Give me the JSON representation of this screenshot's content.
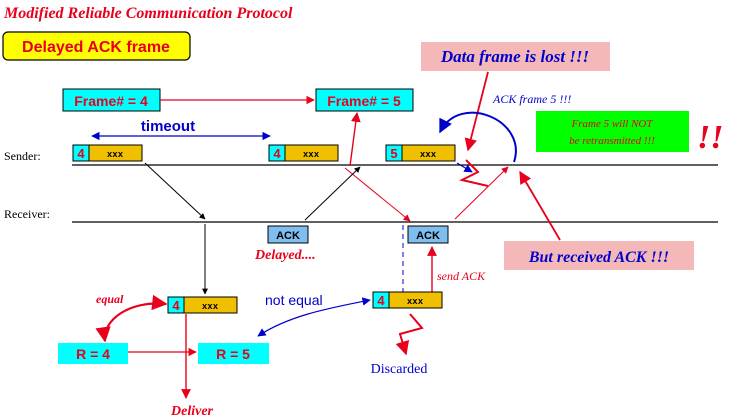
{
  "title": "Modified Reliable Communication Protocol",
  "subtitle": "Delayed ACK frame",
  "lines": {
    "sender": "Sender:",
    "receiver": "Receiver:"
  },
  "frame_labels": {
    "f4": "Frame# = 4",
    "f5": "Frame# = 5"
  },
  "timeout": "timeout",
  "packets": {
    "p1": {
      "num": "4",
      "data": "xxx"
    },
    "p2": {
      "num": "4",
      "data": "xxx"
    },
    "p3": {
      "num": "5",
      "data": "xxx"
    },
    "p4": {
      "num": "4",
      "data": "xxx"
    },
    "p5": {
      "num": "4",
      "data": "xxx"
    }
  },
  "acks": {
    "a1": "ACK",
    "a2": "ACK"
  },
  "notes": {
    "lost": "Data frame is lost !!!",
    "ack5": "ACK frame 5 !!!",
    "not_retx_1": "Frame 5 will NOT",
    "not_retx_2": "be retransmitted !!!",
    "bang": "!!",
    "received_ack": "But received ACK !!!",
    "delayed": "Delayed....",
    "send_ack": "send ACK",
    "equal": "equal",
    "not_equal": "not equal",
    "discarded": "Discarded",
    "deliver": "Deliver"
  },
  "r_boxes": {
    "r4": "R = 4",
    "r5": "R = 5"
  },
  "colors": {
    "title_red": "#e8001c",
    "cyan": "#00ffff",
    "yellow": "#ffff00",
    "gold": "#f0c000",
    "green": "#00ff00",
    "pink": "#f4b8b8",
    "ack_blue": "#7fbfef",
    "blue": "#0000cc"
  }
}
